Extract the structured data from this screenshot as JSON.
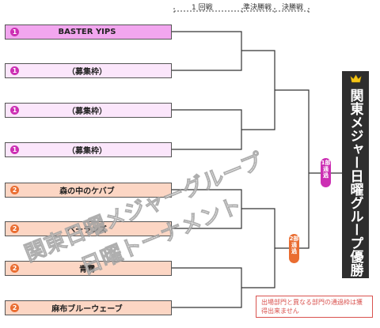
{
  "rounds": [
    "1 回戦",
    "準決勝戦",
    "決勝戦"
  ],
  "teams": [
    {
      "num": "1",
      "name": "BASTER YIPS",
      "division": 1,
      "highlight": true
    },
    {
      "num": "1",
      "name": "（募集枠）",
      "division": 1,
      "highlight": false
    },
    {
      "num": "1",
      "name": "（募集枠）",
      "division": 1,
      "highlight": false
    },
    {
      "num": "1",
      "name": "（募集枠）",
      "division": 1,
      "highlight": false
    },
    {
      "num": "2",
      "name": "森の中のケバブ",
      "division": 2,
      "highlight": false
    },
    {
      "num": "2",
      "name": "ベーランズ",
      "division": 2,
      "highlight": false
    },
    {
      "num": "2",
      "name": "青霧",
      "division": 2,
      "highlight": false
    },
    {
      "num": "2",
      "name": "麻布ブルーウェーブ",
      "division": 2,
      "highlight": false
    }
  ],
  "badges": {
    "div1": "1部通過",
    "div2": "2部通過"
  },
  "champion": "関東メジャー日曜グループ優勝",
  "note": "出場部門と異なる部門の通過枠は獲得出来ません",
  "watermark": [
    "関東日曜メジャーグループ",
    "日曜トーナメント"
  ],
  "colors": {
    "div1": "#cc2fb3",
    "div2": "#ea6d31",
    "champion_bg": "#2e2e2e",
    "note": "#d9534f"
  }
}
